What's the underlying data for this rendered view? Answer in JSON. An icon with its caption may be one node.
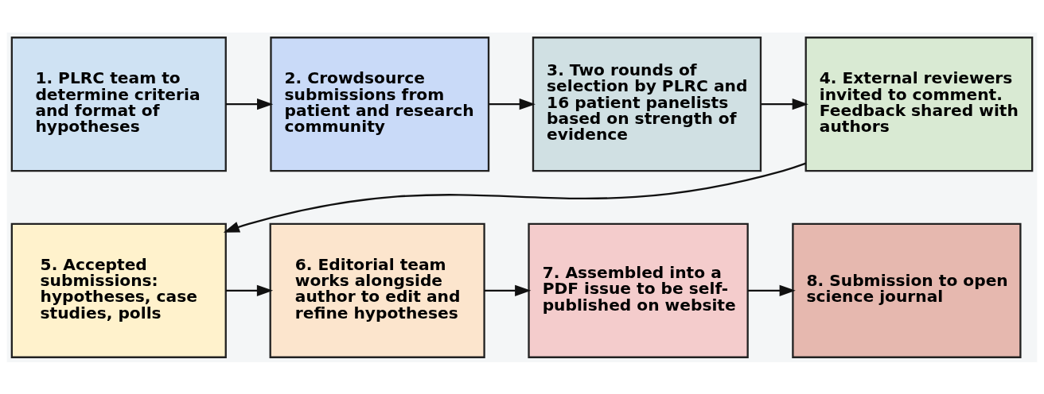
{
  "diagram": {
    "nodes": [
      {
        "text": [
          "1. PLRC team to determine criteria and format of hypotheses"
        ]
      },
      {
        "text": [
          "2. Crowdsource submissions from patient and research community"
        ]
      },
      {
        "text": [
          "3. Two rounds of selection by PLRC and 16 patient panelists based on strength of evidence"
        ]
      },
      {
        "text": [
          "4. External reviewers invited to comment. Feedback shared with authors"
        ]
      },
      {
        "text": [
          "5. Accepted submissions: hypotheses, case studies, polls"
        ]
      },
      {
        "text": [
          "6. Editorial team works alongside author to edit and refine hypotheses"
        ]
      },
      {
        "text": [
          "7. Assembled into a PDF issue to be self-published on website"
        ]
      },
      {
        "text": [
          "8. Submission to open science journal"
        ]
      }
    ],
    "edges": [
      {
        "from": 0,
        "to": 1,
        "arrow": "to"
      },
      {
        "from": 1,
        "to": 2,
        "arrow": "to"
      },
      {
        "from": 2,
        "to": 3,
        "arrow": "to"
      },
      {
        "from": 3,
        "to": 4,
        "arrow": "to"
      },
      {
        "from": 4,
        "to": 5,
        "arrow": "to"
      },
      {
        "from": 5,
        "to": 6,
        "arrow": "to"
      },
      {
        "from": 6,
        "to": 7,
        "arrow": "to"
      }
    ]
  }
}
